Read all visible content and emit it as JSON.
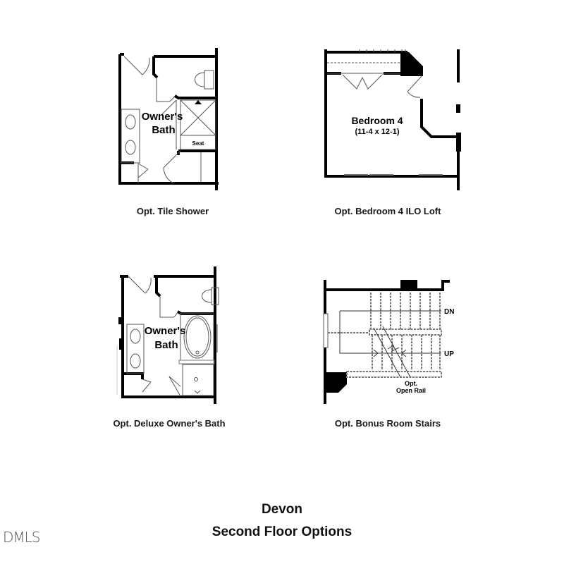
{
  "plans": [
    {
      "id": "tile-shower",
      "room_label_line1": "Owner's",
      "room_label_line2": "Bath",
      "fixture_label": "Seat",
      "caption": "Opt. Tile Shower"
    },
    {
      "id": "bedroom-4",
      "room_label_line1": "Bedroom 4",
      "room_label_line2": "(11-4 x 12-1)",
      "caption": "Opt. Bedroom 4 ILO Loft"
    },
    {
      "id": "deluxe-bath",
      "room_label_line1": "Owner's",
      "room_label_line2": "Bath",
      "caption": "Opt. Deluxe Owner's Bath"
    },
    {
      "id": "bonus-stairs",
      "dn_label": "DN",
      "up_label": "UP",
      "note_line1": "Opt.",
      "note_line2": "Open Rail",
      "caption": "Opt. Bonus Room Stairs"
    }
  ],
  "footer": {
    "plan_name": "Devon",
    "sheet_title": "Second Floor Options"
  },
  "watermark": "DMLS",
  "colors": {
    "wall": "#000000",
    "line": "#555555",
    "background": "#ffffff"
  }
}
